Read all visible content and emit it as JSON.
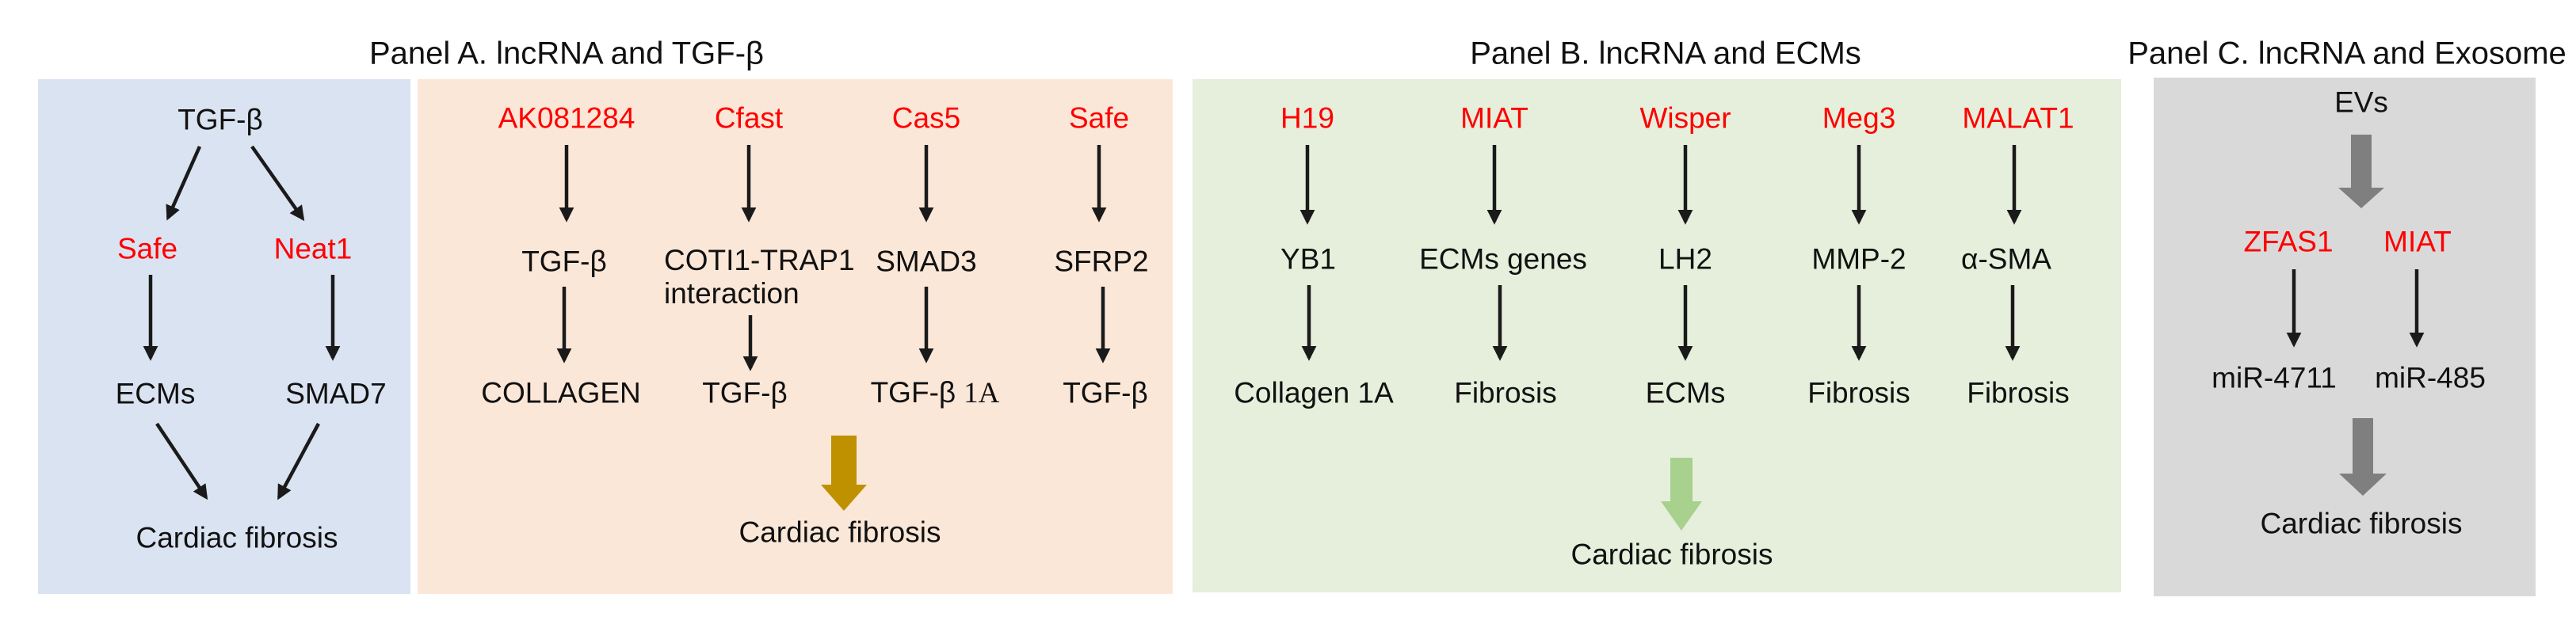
{
  "colors": {
    "red_label": "#ff0000",
    "black_label": "#111111",
    "panel_a_left_bg": "#dae3f1",
    "panel_a_right_bg": "#fbe7d8",
    "panel_b_bg": "#e5efdb",
    "panel_c_bg": "#d9d9d9",
    "olive_arrow": "#bf9000",
    "green_arrow": "#a9d18e",
    "gray_arrow": "#7f7f7f",
    "thin_arrow": "#1a1a1a"
  },
  "panel_a": {
    "title": "Panel A. lncRNA and TGF-β",
    "left": {
      "root": "TGF-β",
      "safe": "Safe",
      "neat1": "Neat1",
      "ecms": "ECMs",
      "smad7": "SMAD7",
      "outcome": "Cardiac fibrosis"
    },
    "right": {
      "col1": {
        "lncrna": "AK081284",
        "mid": "TGF-β",
        "bottom": "COLLAGEN"
      },
      "col2": {
        "lncrna": "Cfast",
        "mid_line1": "COTI1-TRAP1",
        "mid_line2": "interaction",
        "bottom": "TGF-β"
      },
      "col3": {
        "lncrna": "Cas5",
        "mid": "SMAD3",
        "bottom": "TGF-β",
        "bottom_suffix": "1A"
      },
      "col4": {
        "lncrna": "Safe",
        "mid": "SFRP2",
        "bottom": "TGF-β"
      },
      "outcome": "Cardiac fibrosis"
    }
  },
  "panel_b": {
    "title": "Panel B. lncRNA and ECMs",
    "col1": {
      "lncrna": "H19",
      "mid": "YB1",
      "bottom": "Collagen 1A"
    },
    "col2": {
      "lncrna": "MIAT",
      "mid": "ECMs genes",
      "bottom": "Fibrosis"
    },
    "col3": {
      "lncrna": "Wisper",
      "mid": "LH2",
      "bottom": "ECMs"
    },
    "col4": {
      "lncrna": "Meg3",
      "mid": "MMP-2",
      "bottom": "Fibrosis"
    },
    "col5": {
      "lncrna": "MALAT1",
      "mid": "α-SMA",
      "bottom": "Fibrosis"
    },
    "outcome": "Cardiac fibrosis"
  },
  "panel_c": {
    "title": "Panel C. lncRNA and Exosome",
    "source": "EVs",
    "col1": {
      "lncrna": "ZFAS1",
      "mirna": "miR-4711"
    },
    "col2": {
      "lncrna": "MIAT",
      "mirna": "miR-485"
    },
    "outcome": "Cardiac fibrosis"
  }
}
